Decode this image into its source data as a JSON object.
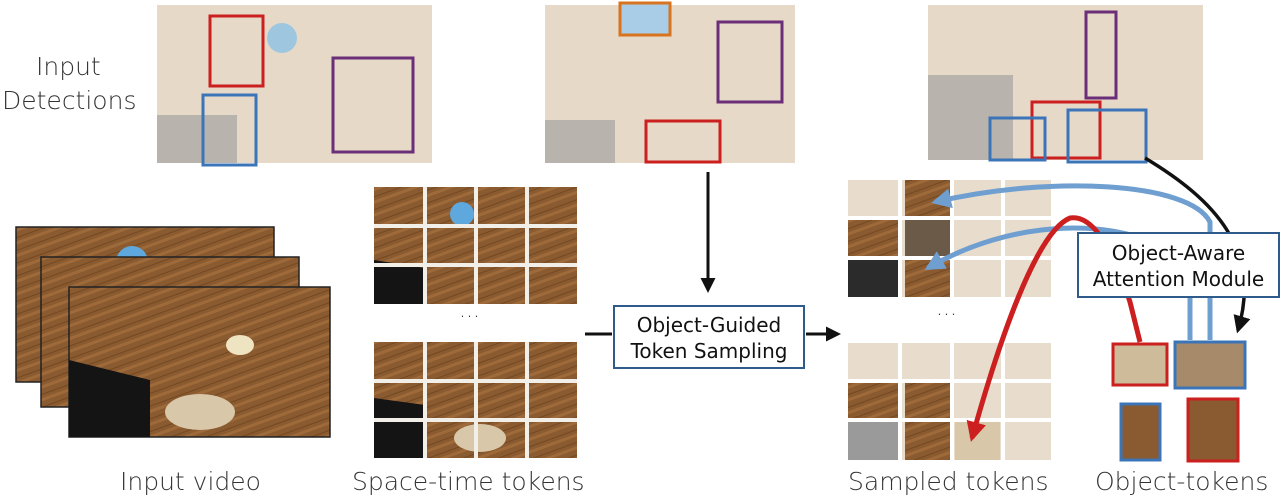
{
  "labels": {
    "input_detections_line1": "Input",
    "input_detections_line2": "Detections",
    "input_video": "Input video",
    "space_time_tokens": "Space-time tokens",
    "sampled_tokens": "Sampled tokens",
    "object_tokens": "Object-tokens",
    "ellipsis": "···"
  },
  "modules": {
    "token_sampling_line1": "Object-Guided",
    "token_sampling_line2": "Token Sampling",
    "attention_line1": "Object-Aware",
    "attention_line2": "Attention Module"
  },
  "colors": {
    "wood": "#8a5a30",
    "wood_dark": "#5e3a1c",
    "faded_bg": "#e8dccd",
    "red": "#cc1f1f",
    "blue": "#3c74b8",
    "purple": "#6a2f78",
    "orange": "#d8731f",
    "arrow_blue": "#6f9fd0",
    "arrow_black": "#111111",
    "module_border": "#2f5a8c"
  }
}
